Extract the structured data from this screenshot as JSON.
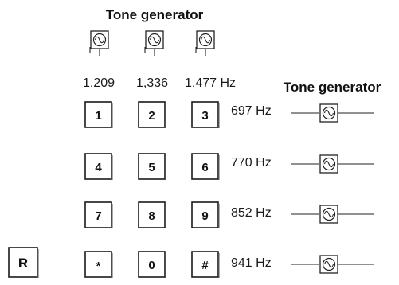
{
  "top_title": "Tone generator",
  "right_title": "Tone generator",
  "column_tones": [
    {
      "label": "1,209"
    },
    {
      "label": "1,336"
    },
    {
      "label": "1,477 Hz"
    }
  ],
  "row_tones": [
    {
      "label": "697 Hz"
    },
    {
      "label": "770 Hz"
    },
    {
      "label": "852 Hz"
    },
    {
      "label": "941 Hz"
    }
  ],
  "keypad": [
    [
      "1",
      "2",
      "3"
    ],
    [
      "4",
      "5",
      "6"
    ],
    [
      "7",
      "8",
      "9"
    ],
    [
      "*",
      "0",
      "#"
    ]
  ],
  "redial_key": "R",
  "icons": {
    "generator": "sine-wave-in-circle-icon"
  }
}
